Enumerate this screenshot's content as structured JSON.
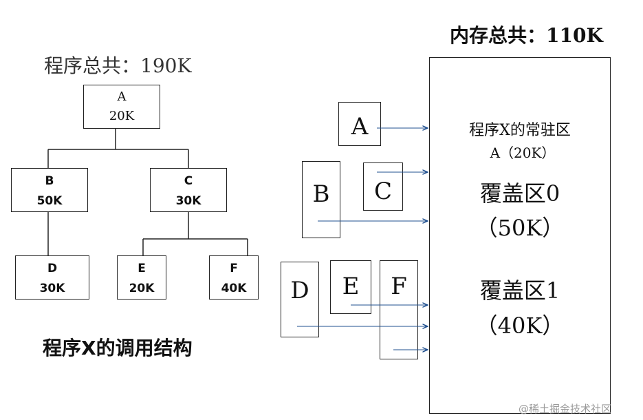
{
  "left": {
    "title": "程序总共：190K",
    "caption": "程序X的调用结构",
    "nodes": {
      "A": {
        "name": "A",
        "size": "20K"
      },
      "B": {
        "name": "B",
        "size": "50K"
      },
      "C": {
        "name": "C",
        "size": "30K"
      },
      "D": {
        "name": "D",
        "size": "30K"
      },
      "E": {
        "name": "E",
        "size": "20K"
      },
      "F": {
        "name": "F",
        "size": "40K"
      }
    }
  },
  "right": {
    "title": "内存总共：110K",
    "resident": {
      "line1": "程序X的常驻区",
      "line2": "A（20K）"
    },
    "overlay0": {
      "line1": "覆盖区0",
      "line2": "（50K）"
    },
    "overlay1": {
      "line1": "覆盖区1",
      "line2": "（40K）"
    },
    "modules": {
      "A": "A",
      "B": "B",
      "C": "C",
      "D": "D",
      "E": "E",
      "F": "F"
    }
  },
  "watermark": "@稀土掘金技术社区"
}
